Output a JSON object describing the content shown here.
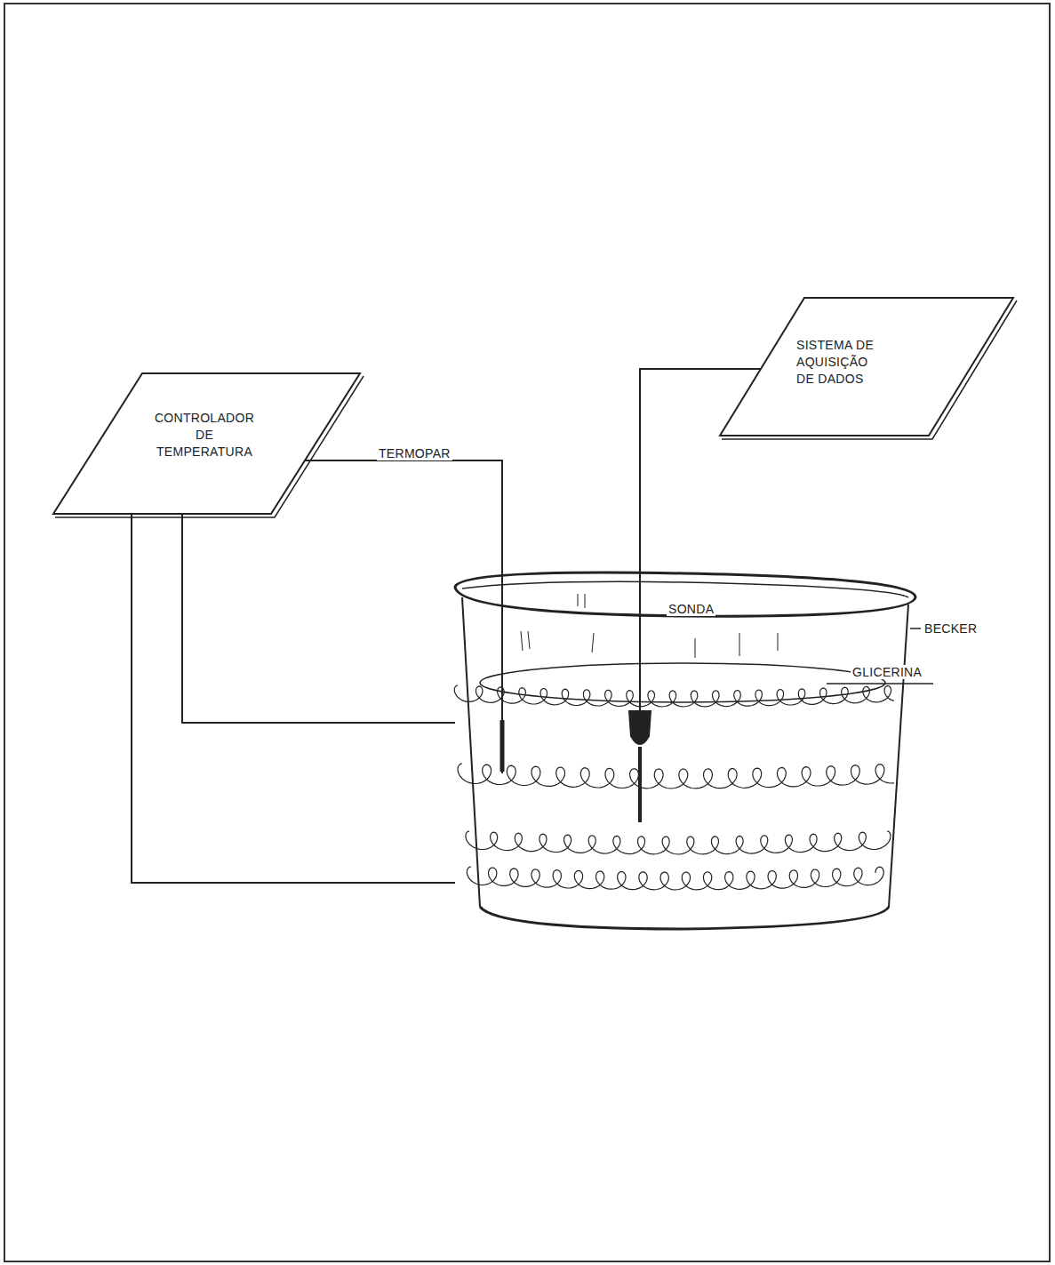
{
  "diagram": {
    "nodes": [
      {
        "text": [
          "CONTROLADOR DE TEMPERATURA"
        ]
      },
      {
        "text": [
          "SISTEMA DE AQUISIÇÃO DE DADOS"
        ]
      }
    ],
    "labels": [
      "TERMOPAR",
      "SONDA",
      "BECKER",
      "GLICERINA"
    ]
  }
}
